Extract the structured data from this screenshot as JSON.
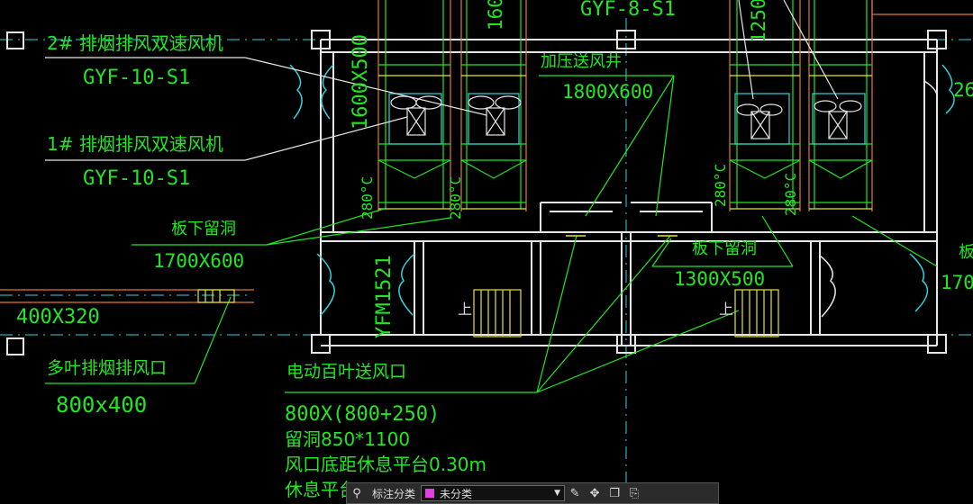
{
  "labels": {
    "top_model": "GYF-8-S1",
    "fan2_name": "2#  排烟排风双速风机",
    "fan2_model": "GYF-10-S1",
    "fan1_name": "1#  排烟排风双速风机",
    "fan1_model": "GYF-10-S1",
    "shaft_name": "加压送风井",
    "shaft_size": "1800X600",
    "hole_left_name": "板下留洞",
    "hole_left_size": "1700X600",
    "hole_right_name": "板下留洞",
    "hole_right_size": "1300X500",
    "hole_far_name": "板",
    "hole_far_size": "170",
    "duct_size": "400X320",
    "exhaust_name": "多叶排烟排风口",
    "exhaust_size": "800x400",
    "door_code": "YFM1521",
    "up_left": "上",
    "up_right": "上",
    "supply_name": "电动百叶送风口",
    "supply_size": "800X(800+250)",
    "supply_hole": "留洞850*1100",
    "supply_height": "风口底距休息平台0.30m",
    "supply_platform": "休息平台",
    "edge_number": "26",
    "vert_left_size": "1600X500",
    "vert_top_160": "160",
    "vert_top_1250": "1250",
    "temp_280_a": "280°C",
    "temp_280_b": "280°C",
    "temp_280_c": "280°C",
    "temp_280_d": "280°C"
  },
  "toolbar": {
    "menu_icon": "annotation-icon",
    "annotation_label": "标注分类",
    "layer_label": "未分类",
    "layer_color": "#e040e0",
    "tools": [
      "edit-icon",
      "move-icon",
      "copy-icon",
      "paste-icon"
    ]
  },
  "colors": {
    "line_white": "#e6e6e6",
    "text_green": "#22e622",
    "duct_orange": "#e07a2a",
    "cyan": "#2fd3e0",
    "yellow": "#e6e62a"
  }
}
